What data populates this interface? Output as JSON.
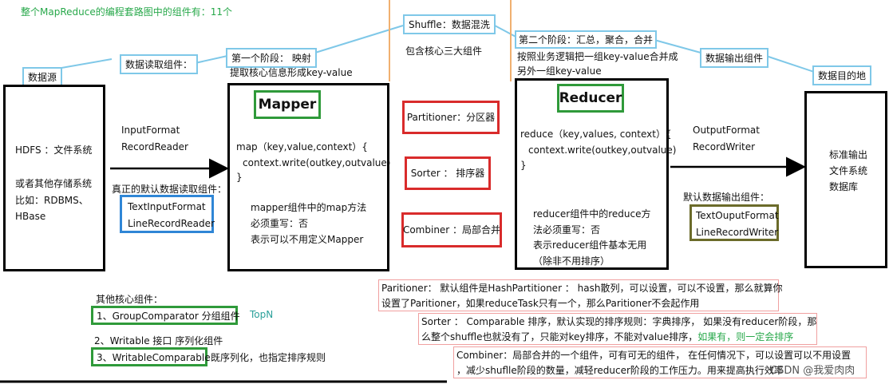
{
  "header": {
    "summary": "整个MapReduce的编程套路图中的组件有：11个"
  },
  "labels": {
    "data_source": "数据源",
    "data_read": "数据读取组件：",
    "stage1": "第一个阶段： 映射",
    "stage1_desc": "提取核心信息形成key-value",
    "shuffle": "Shuffle：数据混洗",
    "shuffle_desc": "包含核心三大组件",
    "stage2": "第二个阶段：汇总，聚合，合并",
    "stage2_desc1": "按照业务逻辑把一组key-value合并成",
    "stage2_desc2": "另外一组key-value",
    "data_output": "数据输出组件",
    "data_dest": "数据目的地"
  },
  "source": {
    "line1": "HDFS ：文件系统",
    "line2": "或者其他存储系统",
    "line3": "比如：RDBMS、",
    "line4": "HBase"
  },
  "input": {
    "line1": "InputFormat",
    "line2": "RecordReader",
    "default_label": "真正的默认数据读取组件：",
    "default1": "TextInputFormat",
    "default2": "LineRecordReader"
  },
  "mapper": {
    "title": "Mapper",
    "code1": "map（key,value,context）{",
    "code2": "context.write(outkey,outvalue)",
    "code3": "}",
    "desc1": "mapper组件中的map方法",
    "desc2": "必须重写：否",
    "desc3": "表示可以不用定义Mapper"
  },
  "shuffle_parts": {
    "partitioner": "Partitioner：分区器",
    "sorter": "Sorter ： 排序器",
    "combiner": "Combiner ：局部合并"
  },
  "reducer": {
    "title": "Reducer",
    "code1": "reduce（key,values, context）{",
    "code2": "context.write(outkey,outvalue)",
    "code3": "}",
    "desc1": "reducer组件中的reduce方",
    "desc2": "法必须重写：否",
    "desc3": "表示reducer组件基本无用",
    "desc4": "（除非不用排序）"
  },
  "output": {
    "line1": "OutputFormat",
    "line2": "RecordWriter",
    "default_label": "默认数据输出组件：",
    "default1": "TextOuputFormat",
    "default2": "LineRecordWriter"
  },
  "dest": {
    "line1": "标准输出",
    "line2": "文件系统",
    "line3": "数据库"
  },
  "other": {
    "title": "其他核心组件：",
    "item1": "1、GroupComparator 分组组件",
    "item1_note": "TopN",
    "item2": "2、Writable 接口   序列化组件",
    "item3": "3、WritableComparable",
    "item3_note": "既序列化，也指定排序规则"
  },
  "notes": {
    "partitioner1": "Paritioner： 默认组件是HashPartitioner ： hash散列，可以设置，可以不设置，那么就算你",
    "partitioner2": "设置了Paritioner，如果reduceTask只有一个，那么Paritioner不会起作用",
    "sorter1": "Sorter ： Comparable 排序，默认实现的排序规则：字典排序， 如果没有reducer阶段，那",
    "sorter2a": "么整个shuffle也就没有了，只能对key排序，不能对value排序，",
    "sorter2b": "如果有，则一定会排序",
    "combiner1": "Combiner：局部合并的一个组件，可有可无的组件， 在任何情况下，可以设置可以不用设置",
    "combiner2": "，减少shuflle阶段的数量，减轻reducer阶段的工作压力。用来提高执行效率",
    "watermark": "CSDN @我爱肉肉"
  }
}
